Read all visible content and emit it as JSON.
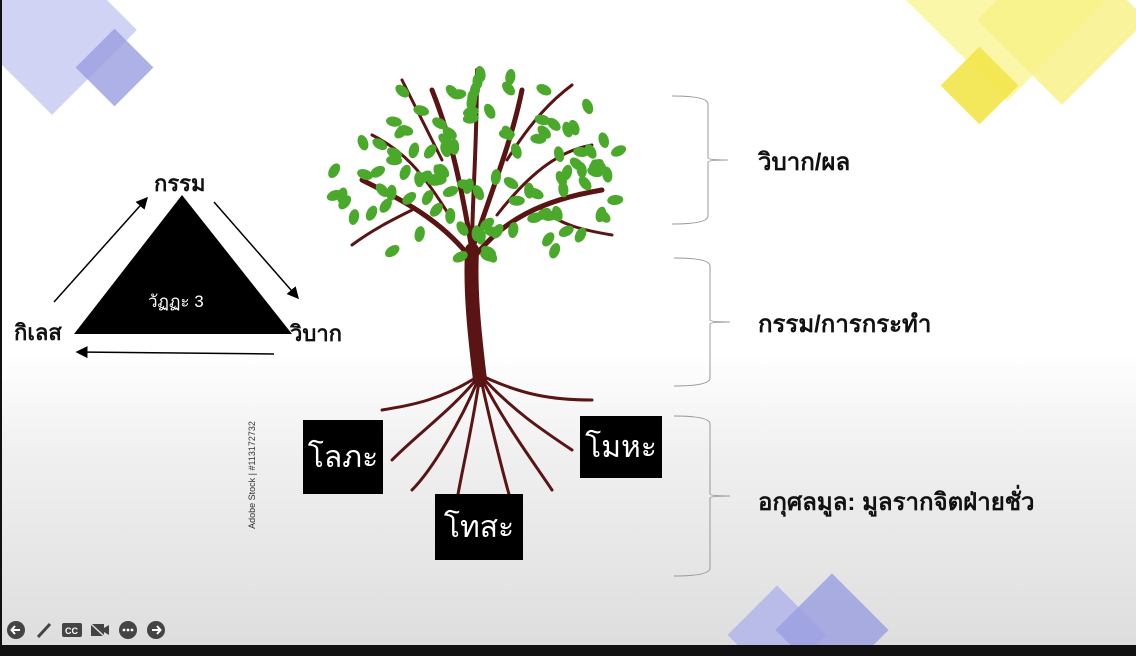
{
  "cycle": {
    "center": "วัฏฏะ 3",
    "top": "กรรม",
    "left": "กิเลส",
    "right": "วิบาก"
  },
  "tree": {
    "roots": [
      "โลภะ",
      "โทสะ",
      "โมหะ"
    ],
    "watermark": "Adobe Stock | #113172732"
  },
  "labels": {
    "crown": "วิบาก/ผล",
    "trunk": "กรรม/การกระทำ",
    "root": "อกุศลมูล: มูลรากจิตฝ่ายชั่ว"
  },
  "controls": [
    "previous-slide",
    "pen",
    "closed-captions",
    "camera-off",
    "more-options",
    "next-slide"
  ],
  "colors": {
    "leaf": "#4aa82a",
    "trunk": "#5a1414",
    "purple": "#9a9ee0",
    "yellow": "#f5ef6a"
  }
}
